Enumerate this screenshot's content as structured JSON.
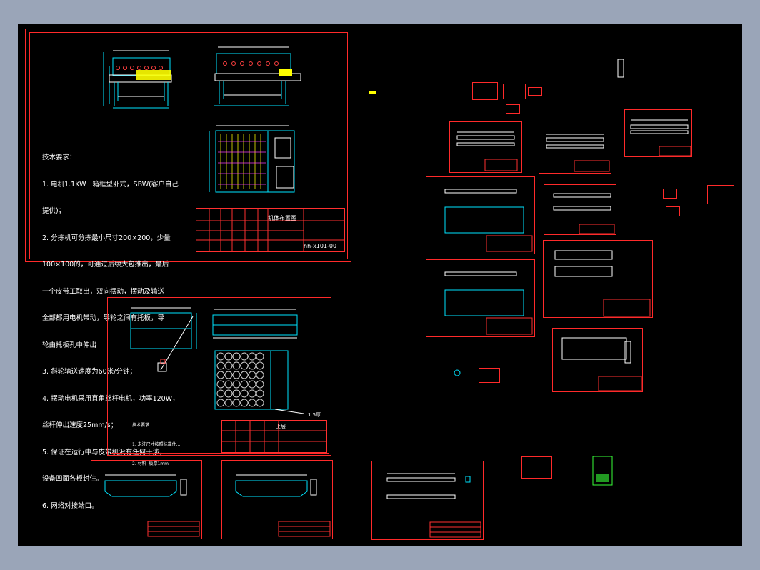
{
  "main_sheet": {
    "tech_notes": [
      "技术要求：",
      "1. 电机1.1KW   箱框型卧式，SBW(客户自己",
      "提供)；",
      "2. 分拣机可分拣最小尺寸200×200，少量",
      "100×100的，可通过后续大包推出，最后",
      "一个皮带工取出，双向摆动，摆动及输送",
      "全部都用电机带动，导轮之间有托板，导",
      "轮由托板孔中伸出",
      "3. 斜轮输送速度为60米/分钟；",
      "4. 摆动电机采用直角丝杆电机，功率120W，",
      "丝杆伸出速度25mm/s；",
      "5. 保证在运行中与皮带机没有任何干涉，",
      "设备四面各板封住。",
      "6. 网络对接端口。"
    ],
    "title_block": {
      "name": "机体布置图",
      "code": "hh-x101-00"
    }
  },
  "upper_sheet": {
    "label": "上层",
    "note_heading": "技术要求",
    "notes": [
      "1. 未注尺寸按照标准件...",
      "2. 材料  板厚1mm"
    ],
    "callout": "1.5厚"
  },
  "colors": {
    "background": "#9aa5b8",
    "canvas": "#000000",
    "frame": "#ff2a2a",
    "drawing": "#00e5ff",
    "yellow": "#ffff00",
    "white": "#ffffff",
    "green": "#39ff39",
    "magenta": "#ff40ff"
  }
}
